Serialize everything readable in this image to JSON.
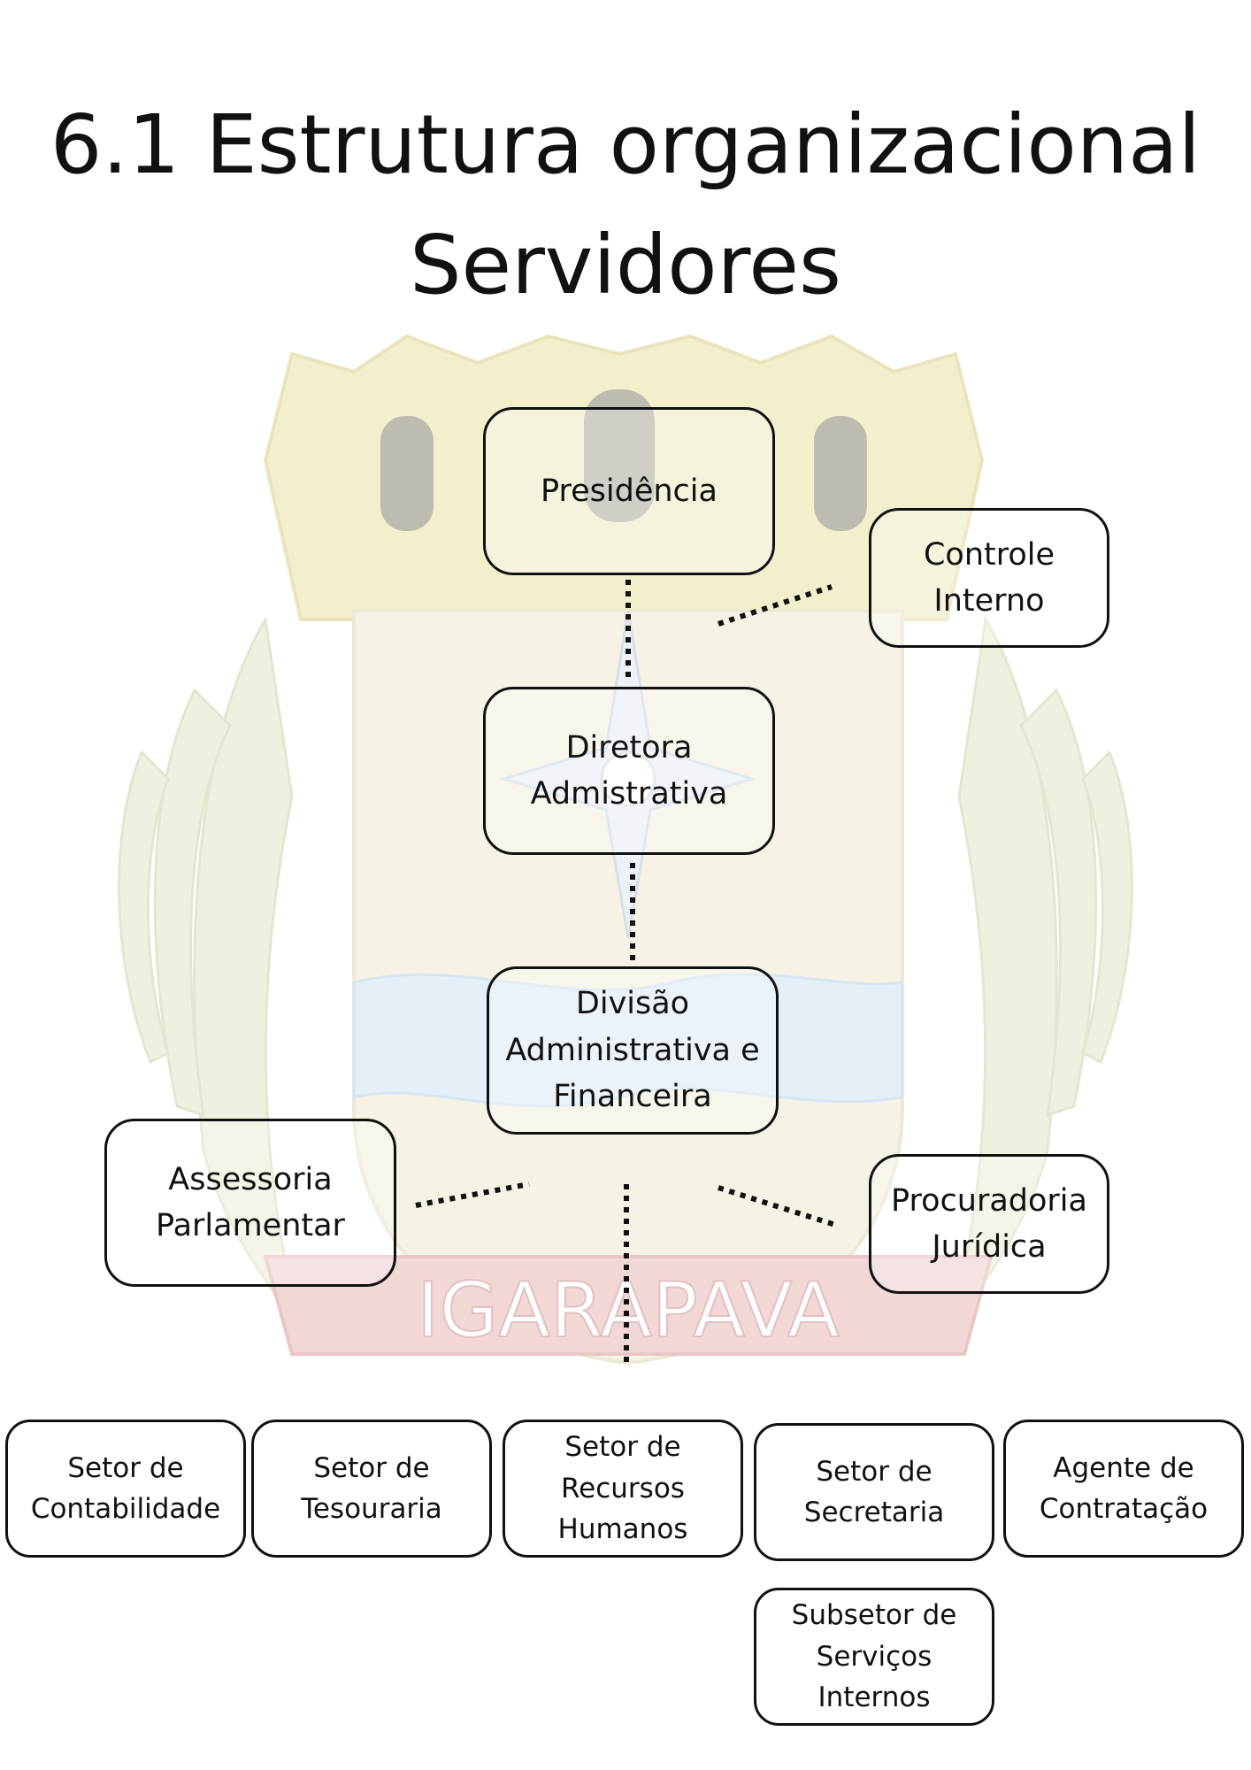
{
  "title": {
    "line1": "6.1 Estrutura organizacional",
    "line2": "Servidores"
  },
  "emblem": {
    "description_label": "IGARAPAVA",
    "colors": {
      "crown": "#e9e2a6",
      "shield": "#efe9d3",
      "water": "#cfe3f2",
      "ribbon": "#e8b8b8",
      "leaves": "#dfe9c8"
    }
  },
  "nodes": {
    "presidencia": "Presidência",
    "controle_interno": "Controle\nInterno",
    "diretora": "Diretora\nAdmistrativa",
    "divisao": "Divisão\nAdministrativa e\nFinanceira",
    "assessoria": "Assessoria\nParlamentar",
    "procuradoria": "Procuradoria\nJurídica",
    "contabilidade": "Setor de\nContabilidade",
    "tesouraria": "Setor de\nTesouraria",
    "recursos_humanos": "Setor de\nRecursos\nHumanos",
    "secretaria": "Setor de\nSecretaria",
    "agente": "Agente de\nContratação",
    "subsetor": "Subsetor de\nServiços\nInternos"
  }
}
